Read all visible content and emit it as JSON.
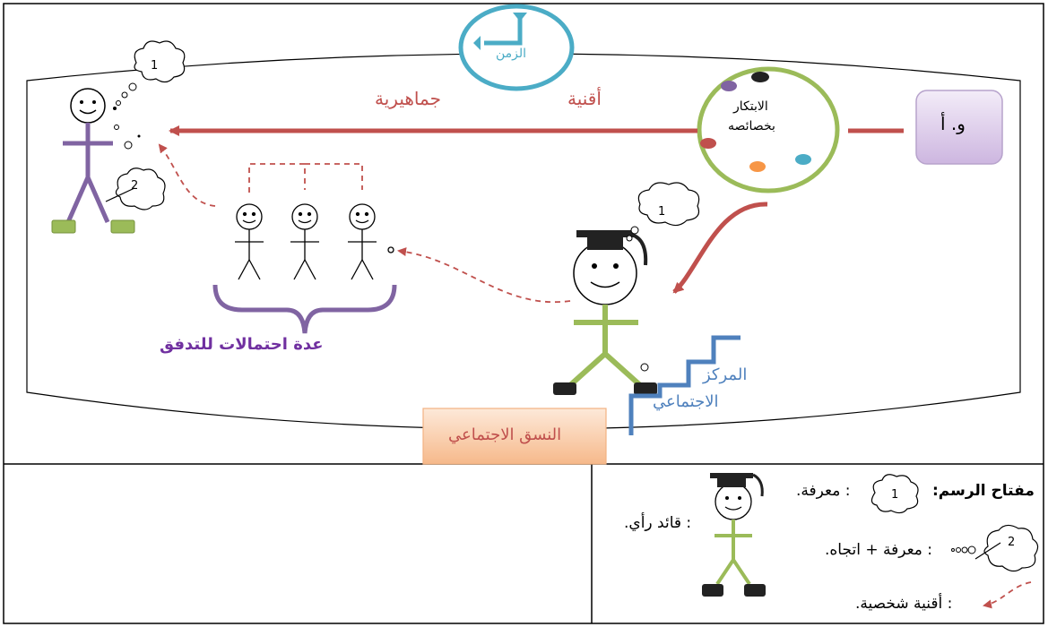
{
  "time_label": "الزمن",
  "innovation": {
    "line1": "الابتكار",
    "line2": "بخصائصه"
  },
  "source_box": "و. أ",
  "channels": {
    "mass": "جماهيرية",
    "channels": "أقنية"
  },
  "flow_possibilities": "عدة احتمالات للتدفق",
  "social_status": {
    "line1": "المركز",
    "line2": "الاجتماعي"
  },
  "social_system": "النسق الاجتماعي",
  "cloud_labels": {
    "one": "1",
    "two": "2"
  },
  "legend": {
    "title": "مفتاح الرسم:",
    "knowledge": ": معرفة.",
    "opinion_leader": ": قائد رأي.",
    "knowledge_attitude": ": معرفة + اتجاه.",
    "personal_channels": ": أقنية شخصية."
  },
  "colors": {
    "red": "#c0504d",
    "purple": "#7030a0",
    "green": "#9bbb59",
    "cyan": "#4bacc6",
    "blue": "#4f81bd"
  }
}
